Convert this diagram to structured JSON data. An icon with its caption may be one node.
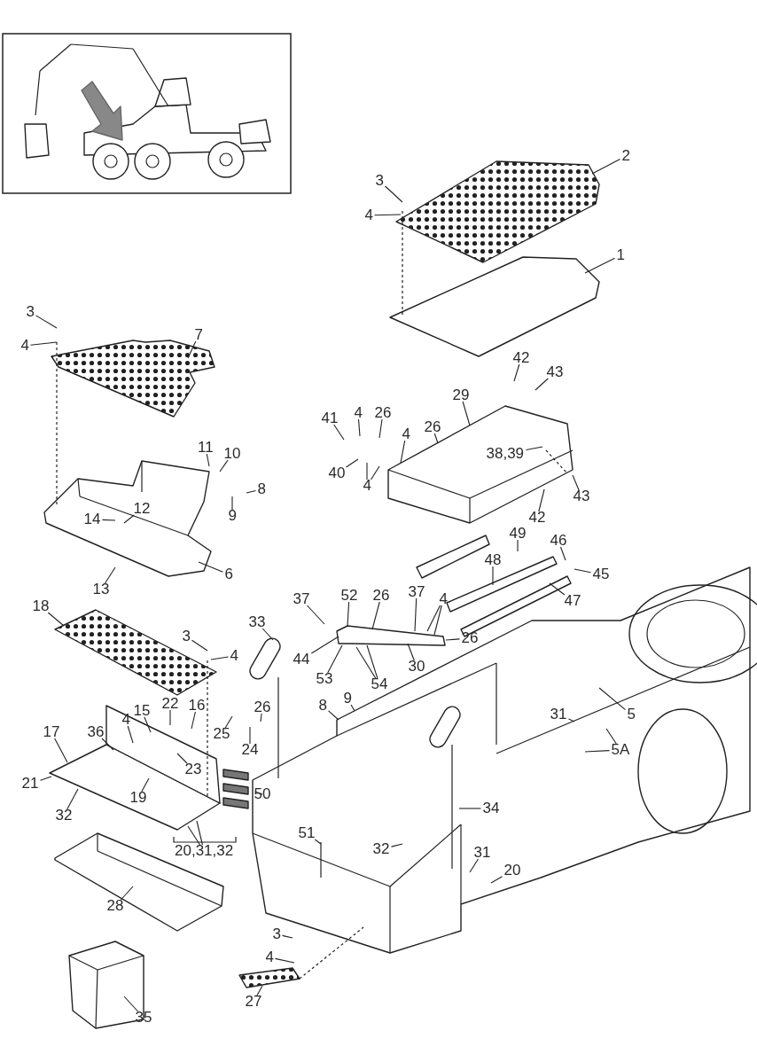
{
  "diagram": {
    "nodes": [
      {
        "text": [
          "2"
        ]
      },
      {
        "text": [
          "3"
        ]
      },
      {
        "text": [
          "4"
        ]
      },
      {
        "text": [
          "1"
        ]
      },
      {
        "text": [
          "7"
        ]
      },
      {
        "text": [
          "3"
        ]
      },
      {
        "text": [
          "4"
        ]
      },
      {
        "text": [
          "11"
        ]
      },
      {
        "text": [
          "10"
        ]
      },
      {
        "text": [
          "8"
        ]
      },
      {
        "text": [
          "9"
        ]
      },
      {
        "text": [
          "12"
        ]
      },
      {
        "text": [
          "14"
        ]
      },
      {
        "text": [
          "13"
        ]
      },
      {
        "text": [
          "6"
        ]
      },
      {
        "text": [
          "29"
        ]
      },
      {
        "text": [
          "42"
        ]
      },
      {
        "text": [
          "43"
        ]
      },
      {
        "text": [
          "41"
        ]
      },
      {
        "text": [
          "4"
        ]
      },
      {
        "text": [
          "26"
        ]
      },
      {
        "text": [
          "4"
        ]
      },
      {
        "text": [
          "26"
        ]
      },
      {
        "text": [
          "38,39"
        ]
      },
      {
        "text": [
          "40"
        ]
      },
      {
        "text": [
          "4"
        ]
      },
      {
        "text": [
          "42"
        ]
      },
      {
        "text": [
          "43"
        ]
      },
      {
        "text": [
          "49"
        ]
      },
      {
        "text": [
          "48"
        ]
      },
      {
        "text": [
          "46"
        ]
      },
      {
        "text": [
          "45"
        ]
      },
      {
        "text": [
          "47"
        ]
      },
      {
        "text": [
          "52"
        ]
      },
      {
        "text": [
          "37"
        ]
      },
      {
        "text": [
          "26"
        ]
      },
      {
        "text": [
          "37"
        ]
      },
      {
        "text": [
          "4"
        ]
      },
      {
        "text": [
          "26"
        ]
      },
      {
        "text": [
          "44"
        ]
      },
      {
        "text": [
          "30"
        ]
      },
      {
        "text": [
          "53"
        ]
      },
      {
        "text": [
          "54"
        ]
      },
      {
        "text": [
          "33"
        ]
      },
      {
        "text": [
          "8"
        ]
      },
      {
        "text": [
          "9"
        ]
      },
      {
        "text": [
          "5"
        ]
      },
      {
        "text": [
          "31"
        ]
      },
      {
        "text": [
          "5A"
        ]
      },
      {
        "text": [
          "18"
        ]
      },
      {
        "text": [
          "3"
        ]
      },
      {
        "text": [
          "4"
        ]
      },
      {
        "text": [
          "15"
        ]
      },
      {
        "text": [
          "22"
        ]
      },
      {
        "text": [
          "16"
        ]
      },
      {
        "text": [
          "17"
        ]
      },
      {
        "text": [
          "36"
        ]
      },
      {
        "text": [
          "4"
        ]
      },
      {
        "text": [
          "23"
        ]
      },
      {
        "text": [
          "21"
        ]
      },
      {
        "text": [
          "19"
        ]
      },
      {
        "text": [
          "32"
        ]
      },
      {
        "text": [
          "20,31,32"
        ]
      },
      {
        "text": [
          "50"
        ]
      },
      {
        "text": [
          "25"
        ]
      },
      {
        "text": [
          "24"
        ]
      },
      {
        "text": [
          "26"
        ]
      },
      {
        "text": [
          "28"
        ]
      },
      {
        "text": [
          "35"
        ]
      },
      {
        "text": [
          "34"
        ]
      },
      {
        "text": [
          "51"
        ]
      },
      {
        "text": [
          "32"
        ]
      },
      {
        "text": [
          "31"
        ]
      },
      {
        "text": [
          "20"
        ]
      },
      {
        "text": [
          "3"
        ]
      },
      {
        "text": [
          "4"
        ]
      },
      {
        "text": [
          "27"
        ]
      }
    ],
    "edges": [
      {
        "from": 0,
        "to": null,
        "arrow": "none"
      },
      {
        "from": 1,
        "to": null,
        "arrow": "none"
      },
      {
        "from": 2,
        "to": null,
        "arrow": "none"
      },
      {
        "from": 3,
        "to": null,
        "arrow": "none"
      },
      {
        "from": 4,
        "to": null,
        "arrow": "none"
      },
      {
        "from": 5,
        "to": null,
        "arrow": "none"
      },
      {
        "from": 6,
        "to": null,
        "arrow": "none"
      },
      {
        "from": 7,
        "to": null,
        "arrow": "none"
      },
      {
        "from": 8,
        "to": null,
        "arrow": "none"
      },
      {
        "from": 9,
        "to": null,
        "arrow": "none"
      },
      {
        "from": 10,
        "to": null,
        "arrow": "none"
      },
      {
        "from": 11,
        "to": null,
        "arrow": "none"
      },
      {
        "from": 12,
        "to": null,
        "arrow": "none"
      },
      {
        "from": 13,
        "to": null,
        "arrow": "none"
      },
      {
        "from": 14,
        "to": null,
        "arrow": "none"
      },
      {
        "from": 15,
        "to": null,
        "arrow": "none"
      },
      {
        "from": 16,
        "to": null,
        "arrow": "none"
      },
      {
        "from": 17,
        "to": null,
        "arrow": "none"
      },
      {
        "from": 18,
        "to": null,
        "arrow": "none"
      },
      {
        "from": 19,
        "to": null,
        "arrow": "none"
      },
      {
        "from": 20,
        "to": null,
        "arrow": "none"
      },
      {
        "from": 21,
        "to": null,
        "arrow": "none"
      },
      {
        "from": 22,
        "to": null,
        "arrow": "none"
      },
      {
        "from": 23,
        "to": null,
        "arrow": "none"
      },
      {
        "from": 24,
        "to": null,
        "arrow": "none"
      },
      {
        "from": 25,
        "to": null,
        "arrow": "none"
      },
      {
        "from": 25,
        "to": null,
        "arrow": "none"
      },
      {
        "from": 26,
        "to": null,
        "arrow": "none"
      },
      {
        "from": 27,
        "to": null,
        "arrow": "none"
      },
      {
        "from": 28,
        "to": null,
        "arrow": "none"
      },
      {
        "from": 29,
        "to": null,
        "arrow": "none"
      },
      {
        "from": 30,
        "to": null,
        "arrow": "none"
      },
      {
        "from": 31,
        "to": null,
        "arrow": "none"
      },
      {
        "from": 32,
        "to": null,
        "arrow": "none"
      },
      {
        "from": 33,
        "to": null,
        "arrow": "none"
      },
      {
        "from": 34,
        "to": null,
        "arrow": "none"
      },
      {
        "from": 35,
        "to": null,
        "arrow": "none"
      },
      {
        "from": 36,
        "to": null,
        "arrow": "none"
      },
      {
        "from": 37,
        "to": null,
        "arrow": "none"
      },
      {
        "from": 37,
        "to": null,
        "arrow": "none"
      },
      {
        "from": 38,
        "to": null,
        "arrow": "none"
      },
      {
        "from": 39,
        "to": null,
        "arrow": "none"
      },
      {
        "from": 40,
        "to": null,
        "arrow": "none"
      },
      {
        "from": 41,
        "to": null,
        "arrow": "none"
      },
      {
        "from": 42,
        "to": null,
        "arrow": "none"
      },
      {
        "from": 42,
        "to": null,
        "arrow": "none"
      },
      {
        "from": 43,
        "to": null,
        "arrow": "none"
      },
      {
        "from": 44,
        "to": null,
        "arrow": "none"
      },
      {
        "from": 45,
        "to": null,
        "arrow": "none"
      },
      {
        "from": 46,
        "to": null,
        "arrow": "none"
      },
      {
        "from": 47,
        "to": null,
        "arrow": "none"
      },
      {
        "from": 48,
        "to": null,
        "arrow": "none"
      },
      {
        "from": 48,
        "to": null,
        "arrow": "none"
      },
      {
        "from": 49,
        "to": null,
        "arrow": "none"
      },
      {
        "from": 50,
        "to": null,
        "arrow": "none"
      },
      {
        "from": 51,
        "to": null,
        "arrow": "none"
      },
      {
        "from": 52,
        "to": null,
        "arrow": "none"
      },
      {
        "from": 53,
        "to": null,
        "arrow": "none"
      },
      {
        "from": 54,
        "to": null,
        "arrow": "none"
      },
      {
        "from": 55,
        "to": null,
        "arrow": "none"
      },
      {
        "from": 56,
        "to": null,
        "arrow": "none"
      },
      {
        "from": 57,
        "to": null,
        "arrow": "none"
      },
      {
        "from": 58,
        "to": null,
        "arrow": "none"
      },
      {
        "from": 59,
        "to": null,
        "arrow": "none"
      },
      {
        "from": 60,
        "to": null,
        "arrow": "none"
      },
      {
        "from": 61,
        "to": null,
        "arrow": "none"
      },
      {
        "from": 62,
        "to": null,
        "arrow": "none"
      },
      {
        "from": 62,
        "to": null,
        "arrow": "none"
      },
      {
        "from": 63,
        "to": null,
        "arrow": "none"
      },
      {
        "from": 64,
        "to": null,
        "arrow": "none"
      },
      {
        "from": 65,
        "to": null,
        "arrow": "none"
      },
      {
        "from": 66,
        "to": null,
        "arrow": "none"
      },
      {
        "from": 67,
        "to": null,
        "arrow": "none"
      },
      {
        "from": 68,
        "to": null,
        "arrow": "none"
      },
      {
        "from": 69,
        "to": null,
        "arrow": "none"
      },
      {
        "from": 70,
        "to": null,
        "arrow": "none"
      },
      {
        "from": 71,
        "to": null,
        "arrow": "none"
      },
      {
        "from": 72,
        "to": null,
        "arrow": "none"
      },
      {
        "from": 73,
        "to": null,
        "arrow": "none"
      },
      {
        "from": 74,
        "to": null,
        "arrow": "none"
      },
      {
        "from": 75,
        "to": null,
        "arrow": "none"
      },
      {
        "from": 76,
        "to": null,
        "arrow": "none"
      }
    ]
  }
}
